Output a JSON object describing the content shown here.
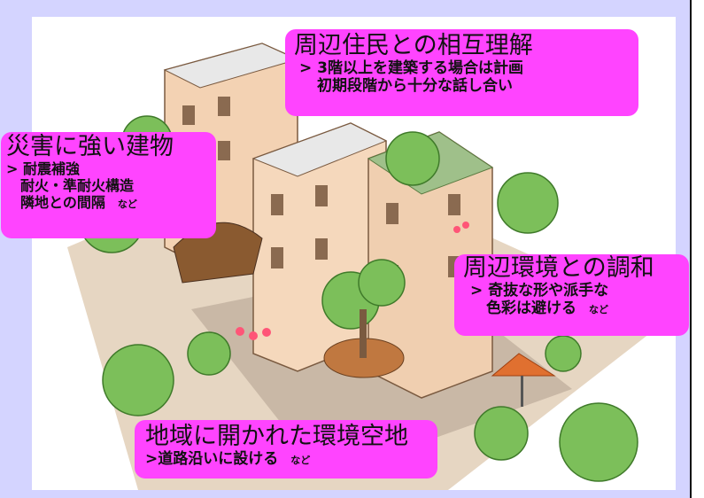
{
  "callouts": {
    "community": {
      "title": "周辺住民との相互理解",
      "line1": "> 3階以上を建築する場合は計画",
      "line2": "初期段階から十分な話し合い"
    },
    "disaster": {
      "title": "災害に強い建物",
      "line1": "> 耐震補強",
      "line2": "耐火・準耐火構造",
      "line3": "隣地との間隔",
      "note": "など"
    },
    "harmony": {
      "title": "周辺環境との調和",
      "line1": "> 奇抜な形や派手な",
      "line2": "色彩は避ける",
      "note": "など"
    },
    "openspace": {
      "title": "地域に開かれた環境空地",
      "line1": ">道路沿いに設ける",
      "note": "など"
    }
  },
  "colors": {
    "page_bg": "#d4d4ff",
    "callout_bg": "#ff44ff"
  }
}
